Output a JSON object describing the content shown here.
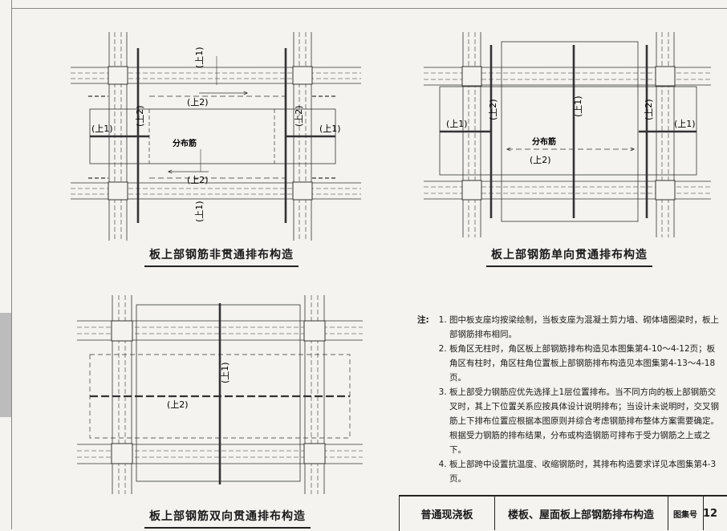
{
  "diagrams": [
    {
      "caption": "板上部钢筋非贯通排布构造",
      "dist_label": "分布筋",
      "s1": "(上1)",
      "s2": "(上2)"
    },
    {
      "caption": "板上部钢筋单向贯通排布构造",
      "dist_label": "分布筋",
      "s1": "(上1)",
      "s2": "(上2)"
    },
    {
      "caption": "板上部钢筋双向贯通排布构造",
      "s1": "(上1)",
      "s2": "(上2)"
    }
  ],
  "notes": {
    "label": "注:",
    "items": [
      "图中板支座均按梁绘制，当板支座为混凝土剪力墙、砌体墙圈梁时，板上部钢筋排布相同。",
      "板角区无柱时，角区板上部钢筋排布构造见本图集第4-10～4-12页；板角区有柱时，角区柱角位置板上部钢筋排布构造见本图集第4-13～4-18页。",
      "板上部受力钢筋应优先选择上1层位置排布。当不同方向的板上部钢筋交叉时，其上下位置关系应按具体设计说明排布；当设计未说明时，交叉钢筋上下排布位置应根据本图原则并综合考虑钢筋排布整体方案需要确定。根据受力钢筋的排布结果，分布或构造钢筋可排布于受力钢筋之上或之下。",
      "板上部跨中设置抗温度、收缩钢筋时，其排布构造要求详见本图集第4-3页。"
    ]
  },
  "title_block": {
    "category": "普通现浇板",
    "title": "楼板、屋面板上部钢筋排布构造",
    "atlas_label": "图集号",
    "atlas_number": "12"
  },
  "colors": {
    "line": "#333333",
    "paper": "#f4f3ef",
    "side_tab": "#bcbcbc"
  }
}
